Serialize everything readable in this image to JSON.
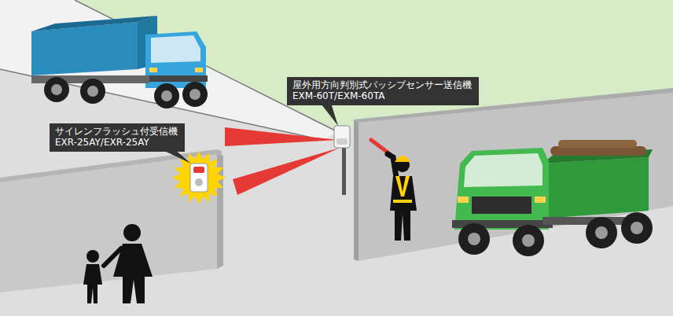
{
  "diagram": {
    "nodes": [
      {
        "text": [
          "屋外用方向判別式パッシブセンサー送信機",
          "EXM-60T/EXM-60TA"
        ]
      },
      {
        "text": [
          "サイレンフラッシュ付受信機",
          "EXR-25AY/EXR-25AY"
        ]
      }
    ]
  }
}
